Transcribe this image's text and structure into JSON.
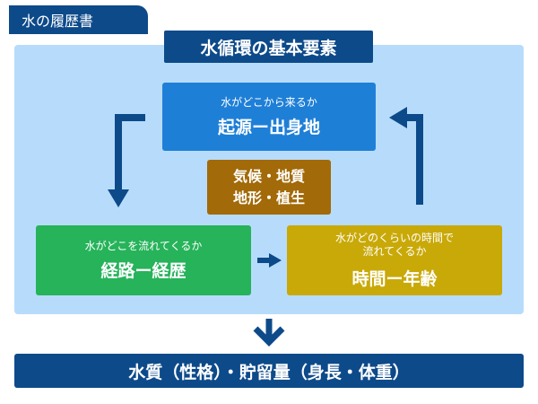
{
  "tag": "水の履歴書",
  "title": "水循環の基本要素",
  "origin": {
    "caption": "水がどこから来るか",
    "label": "起源ー出身地"
  },
  "route": {
    "caption": "水がどこを流れてくるか",
    "label": "経路ー経歴"
  },
  "age": {
    "caption_line1": "水がどのくらいの時間で",
    "caption_line2": "流れてくるか",
    "label": "時間ー年齢"
  },
  "factors": {
    "line1": "気候・地質",
    "line2": "地形・植生"
  },
  "result": "水質（性格）・貯留量（身長・体重）",
  "colors": {
    "navy": "#0d4a8a",
    "panel": "#b7dcfb",
    "origin": "#1e7fd7",
    "route": "#26b35a",
    "age": "#c9a908",
    "factors": "#a26a08"
  }
}
